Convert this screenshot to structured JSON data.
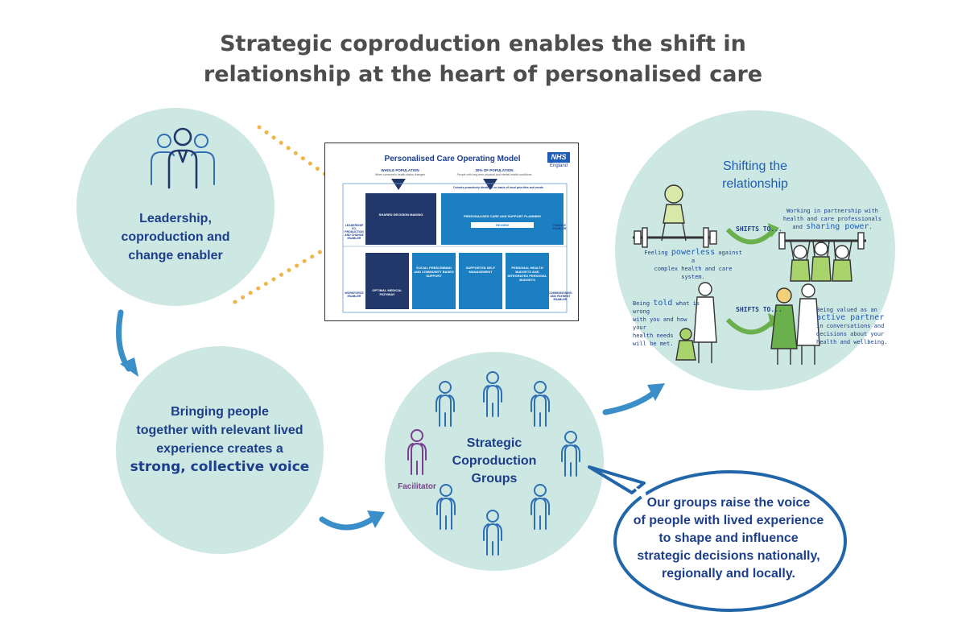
{
  "title": {
    "line1": "Strategic coproduction enables the shift in",
    "line2": "relationship at the heart of personalised care"
  },
  "leadership": {
    "line1": "Leadership,",
    "line2": "coproduction and",
    "line3": "change enabler",
    "icon": "people-group-icon"
  },
  "bringing": {
    "line1": "Bringing people",
    "line2": "together with relevant lived",
    "line3": "experience creates a",
    "line4": "strong, collective voice"
  },
  "groups": {
    "line1": "Strategic",
    "line2": "Coproduction",
    "line3": "Groups",
    "facilitator": "Facilitator"
  },
  "bubble": {
    "line1": "Our groups raise the voice",
    "line2": "of people with lived experience",
    "line3": "to shape and influence",
    "line4": "strategic decisions nationally,",
    "line5": "regionally and locally."
  },
  "shifting": {
    "title_line1": "Shifting the",
    "title_line2": "relationship",
    "top_shift": "SHIFTS TO...",
    "bottom_shift": "SHIFTS TO...",
    "top_left_pre": "Feeling ",
    "top_left_emph": "powerless",
    "top_left_post": " against a",
    "top_left_line2": "complex health and care system.",
    "top_right_line1": "Working in partnership with",
    "top_right_line2": "health and care professionals",
    "top_right_pre": "and ",
    "top_right_emph": "sharing power",
    "top_right_post": ".",
    "bottom_left_pre": "Being ",
    "bottom_left_emph": "told",
    "bottom_left_post": " what is wrong",
    "bottom_left_line2": "with you and how your",
    "bottom_left_line3": "health needs",
    "bottom_left_line4": "will be met.",
    "bottom_right_line1": "Being valued as an",
    "bottom_right_emph": "active partner",
    "bottom_right_line3": "in conversations and",
    "bottom_right_line4": "decisions about your",
    "bottom_right_line5": "health and wellbeing."
  },
  "model": {
    "title": "Personalised Care Operating Model",
    "nhs": "NHS",
    "nhs_sub": "England",
    "whole_population": "WHOLE POPULATION",
    "whole_population_sub": "When someone's health status changes",
    "thirty_percent": "30% OF POPULATION",
    "thirty_percent_sub": "People with long term physical and mental health conditions",
    "cohorts": "Cohorts proactively identified on basis of local priorities and needs",
    "shared_decision": "SHARED DECISION MAKING",
    "care_planning": "PERSONALISED CARE AND SUPPORT PLANNING",
    "review": "REVIEW",
    "leadership_label": "LEADERSHIP CO-PRODUCTION AND CHANGE ENABLER",
    "finance_label": "FINANCE ENABLER",
    "workforce_label": "WORKFORCE ENABLER",
    "commissioning_label": "COMMISSIONING AND PAYMENT ENABLER",
    "optimal_medical": "OPTIMAL MEDICAL PATHWAY",
    "social_prescribing": "SOCIAL PRESCRIBING AND COMMUNITY BASED SUPPORT",
    "supported_self": "SUPPORTED SELF MANAGEMENT",
    "personal_budgets": "PERSONAL HEALTH BUDGETS AND INTEGRATED PERSONAL BUDGETS"
  },
  "colors": {
    "circle": "#cde7e2",
    "navy": "#1d3f8b",
    "figure_blue": "#2f6fb5",
    "facilitator_purple": "#7b3f8f",
    "arrow_blue": "#3a8fc9",
    "dots_orange": "#f0b64a",
    "model_navy": "#22386b",
    "model_blue": "#1c7fc2",
    "shift_green": "#6ab04c"
  }
}
